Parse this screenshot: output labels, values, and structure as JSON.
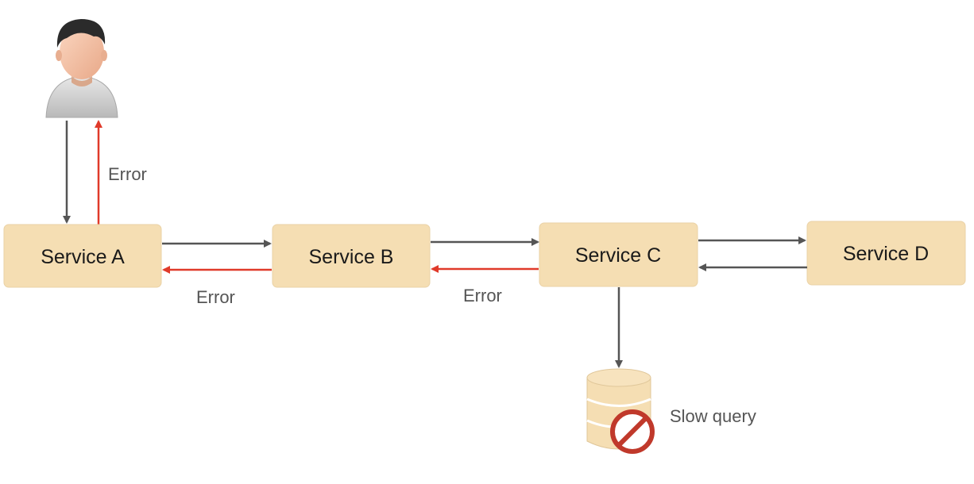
{
  "nodes": [
    {
      "id": "service-a",
      "label": "Service A"
    },
    {
      "id": "service-b",
      "label": "Service B"
    },
    {
      "id": "service-c",
      "label": "Service C"
    },
    {
      "id": "service-d",
      "label": "Service D"
    }
  ],
  "edge_labels": {
    "user_error": "Error",
    "a_b_error": "Error",
    "b_c_error": "Error"
  },
  "database": {
    "label": "Slow query"
  },
  "colors": {
    "node_fill": "#f5deb3",
    "normal_arrow": "#555555",
    "error_arrow": "#e03a2a",
    "blocked_icon": "#c0392b"
  },
  "icons": {
    "user": "user-avatar-icon",
    "database": "database-icon",
    "blocked": "blocked-icon"
  }
}
